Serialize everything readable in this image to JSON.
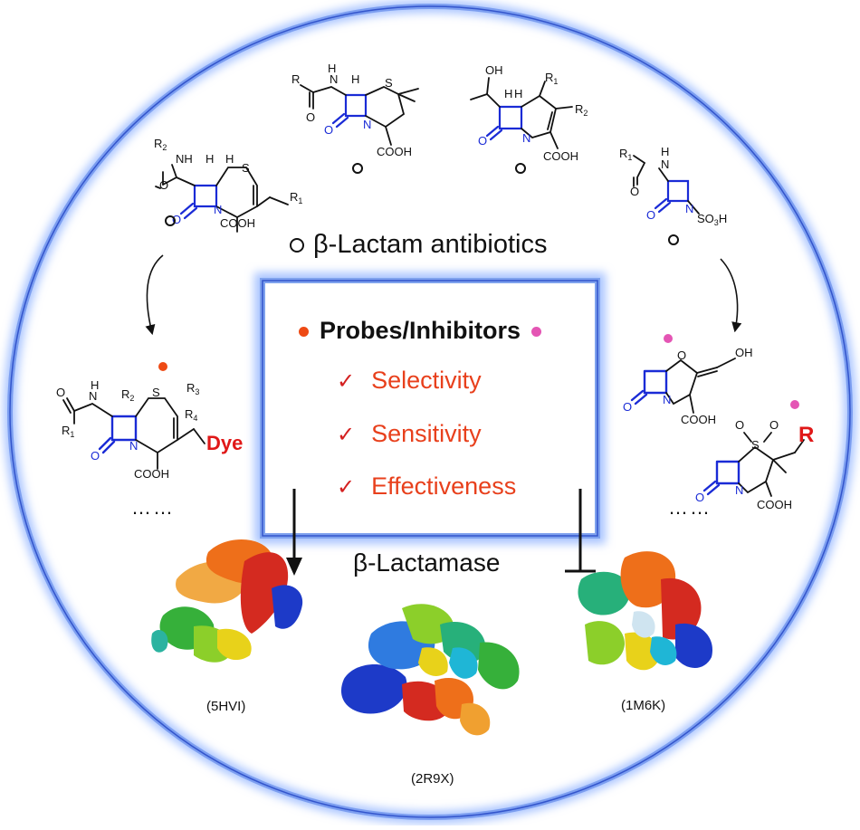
{
  "title": "β-Lactam antibiotics",
  "center_box": {
    "heading": "Probes/Inhibitors",
    "check_glyph": "✓",
    "properties": [
      "Selectivity",
      "Sensitivity",
      "Effectiveness"
    ]
  },
  "target": "β-Lactamase",
  "pdb_ids": [
    "(5HVI)",
    "(2R9X)",
    "(1M6K)"
  ],
  "ellipsis": "……",
  "chem_labels": {
    "cephalosporin": [
      "R2",
      "NH",
      "H",
      "H",
      "S",
      "N",
      "O",
      "O",
      "COOH",
      "R1"
    ],
    "penicillin": [
      "R",
      "N",
      "H",
      "H",
      "S",
      "N",
      "O",
      "O",
      "COOH"
    ],
    "carbapenem": [
      "OH",
      "H",
      "H",
      "R1",
      "R2",
      "N",
      "O",
      "COOH"
    ],
    "monobactam": [
      "R1",
      "N",
      "H",
      "O",
      "N",
      "O",
      "SO3H"
    ],
    "probe": [
      "O",
      "N",
      "H",
      "R1",
      "R2",
      "S",
      "R3",
      "R4",
      "N",
      "O",
      "COOH",
      "Dye"
    ],
    "clavulanate": [
      "O",
      "N",
      "O",
      "OH",
      "COOH"
    ],
    "sulbactam": [
      "O",
      "S",
      "O",
      "N",
      "O",
      "COOH",
      "R"
    ]
  },
  "colors": {
    "ring_blue": "#3355cc",
    "ring_glow": "#a9c4ff",
    "beta_lactam_blue": "#1a2bd6",
    "dot_orange": "#ee4a14",
    "dot_pink": "#e455b4",
    "property_text": "#e8401c",
    "check": "#d42020",
    "dye_red": "#e01818"
  }
}
